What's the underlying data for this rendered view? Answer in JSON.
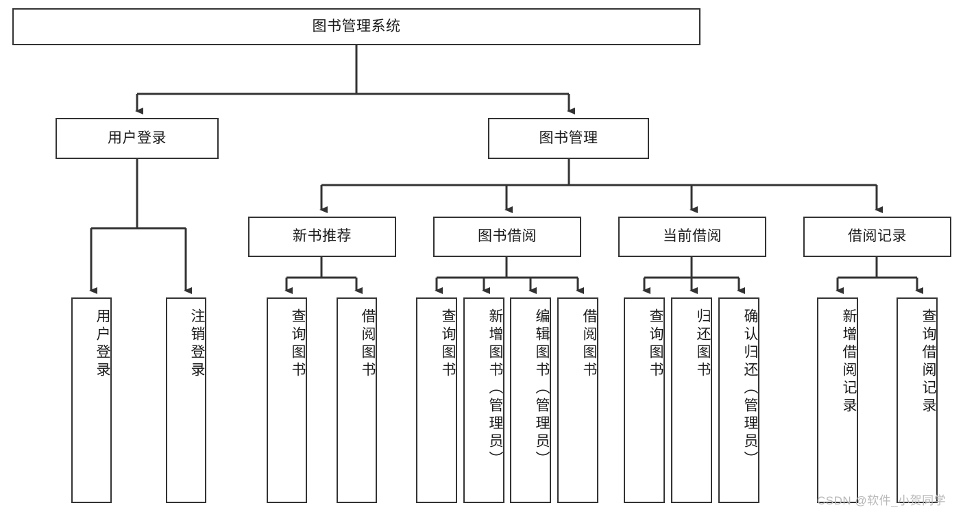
{
  "diagram": {
    "type": "hierarchy-tree",
    "title_node": {
      "label": "图书管理系统"
    },
    "level2": [
      {
        "label": "用户登录"
      },
      {
        "label": "图书管理"
      }
    ],
    "level3": [
      {
        "label": "新书推荐"
      },
      {
        "label": "图书借阅"
      },
      {
        "label": "当前借阅"
      },
      {
        "label": "借阅记录"
      }
    ],
    "leaves": {
      "user_login": [
        {
          "label": "用户登录"
        },
        {
          "label": "注销登录"
        }
      ],
      "new_book_recommend": [
        {
          "label": "查询图书"
        },
        {
          "label": "借阅图书"
        }
      ],
      "book_borrow": [
        {
          "label": "查询图书"
        },
        {
          "label": "新增图书（管理员）"
        },
        {
          "label": "编辑图书（管理员）"
        },
        {
          "label": "借阅图书"
        }
      ],
      "current_borrow": [
        {
          "label": "查询图书"
        },
        {
          "label": "归还图书"
        },
        {
          "label": "确认归还（管理员）"
        }
      ],
      "borrow_record": [
        {
          "label": "新增借阅记录"
        },
        {
          "label": "查询借阅记录"
        }
      ]
    }
  },
  "watermark": {
    "text": "CSDN @软件_小贺同学"
  },
  "colors": {
    "border": "#333333",
    "background": "#ffffff",
    "text": "#1b1b1b",
    "watermark": "#b8b8b8"
  }
}
